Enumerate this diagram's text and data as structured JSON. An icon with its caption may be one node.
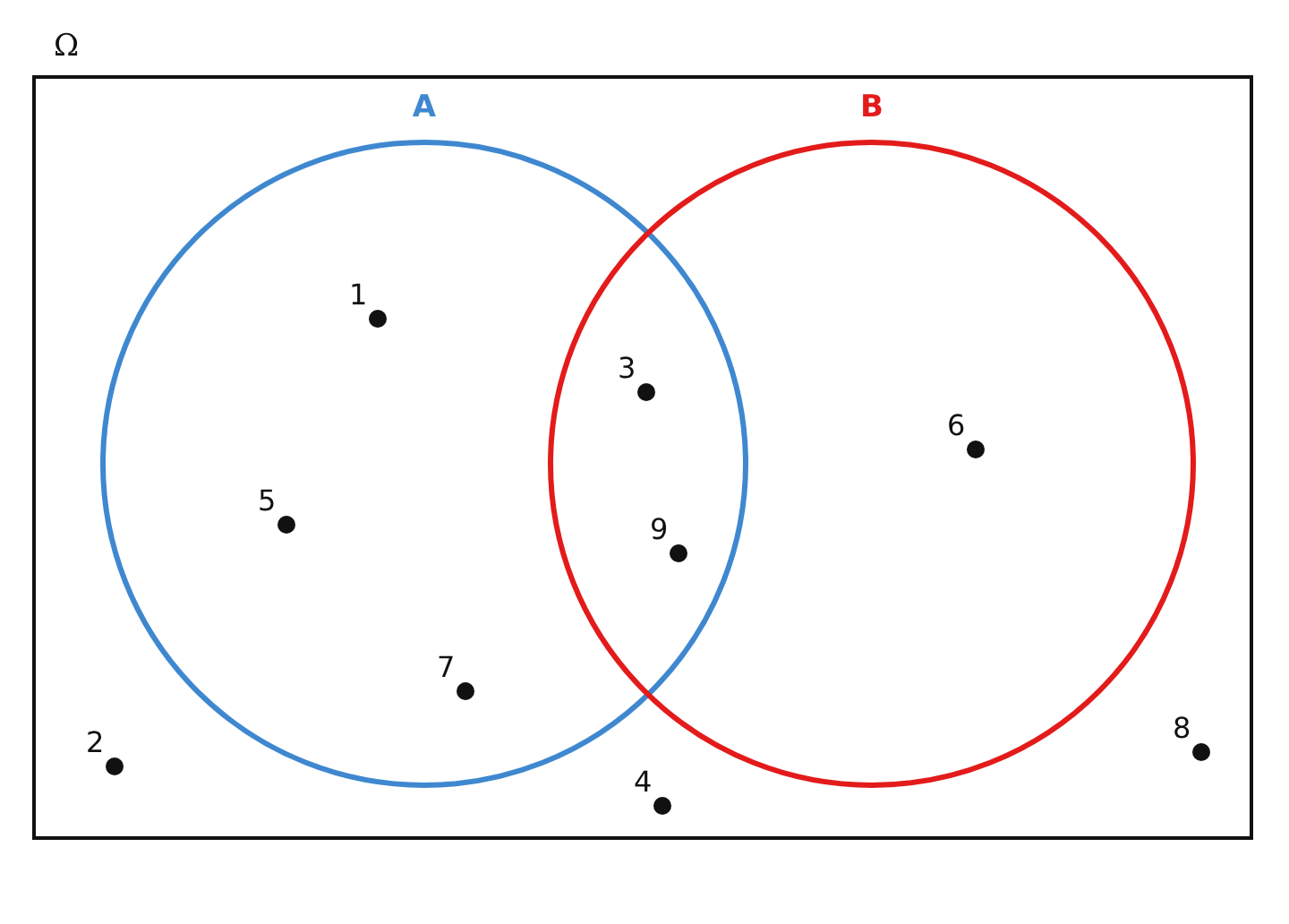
{
  "diagram": {
    "nodes": [
      {
        "text": [
          "Ω"
        ]
      },
      {
        "text": [
          "A"
        ],
        "in": 0
      },
      {
        "text": [
          "B"
        ],
        "in": 0
      }
    ],
    "labels": [
      "1",
      "3",
      "6",
      "5",
      "9",
      "7",
      "8",
      "2",
      "4"
    ]
  }
}
